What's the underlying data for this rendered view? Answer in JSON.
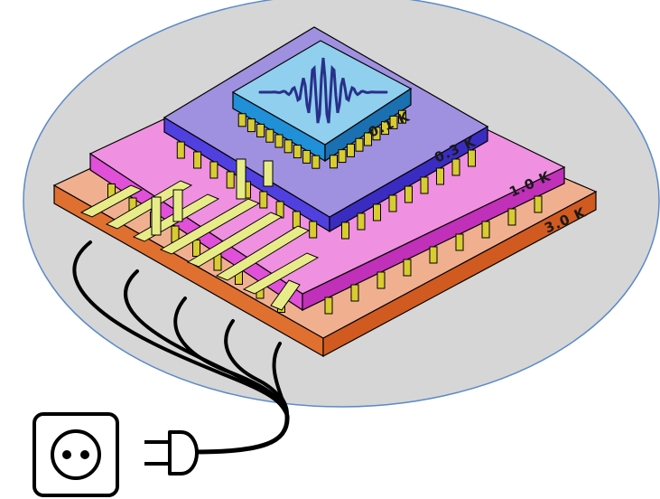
{
  "stages": [
    {
      "id": "stage-3k",
      "label": "3.0 K",
      "top": "#f0b090",
      "side": "#e07030",
      "front": "#d05a20"
    },
    {
      "id": "stage-1k",
      "label": "1.0 K",
      "top": "#f090e0",
      "side": "#e050d8",
      "front": "#c030b8"
    },
    {
      "id": "stage-03k",
      "label": "0.3 K",
      "top": "#a090e0",
      "side": "#5040e0",
      "front": "#3a2cc0"
    },
    {
      "id": "stage-01k",
      "label": "0.1 K",
      "top": "#90cfee",
      "side": "#2090d8",
      "front": "#1a70b0"
    }
  ],
  "colors": {
    "background_ellipse": "#d6d6d6",
    "ellipse_stroke": "#5b8ac9",
    "connector": "#e8ec88",
    "pin": "#d8cc30",
    "cable": "#000000",
    "waveform": "#28308a"
  },
  "icons": [
    "wall-outlet-icon",
    "power-plug-icon",
    "qubit-waveform-icon"
  ]
}
